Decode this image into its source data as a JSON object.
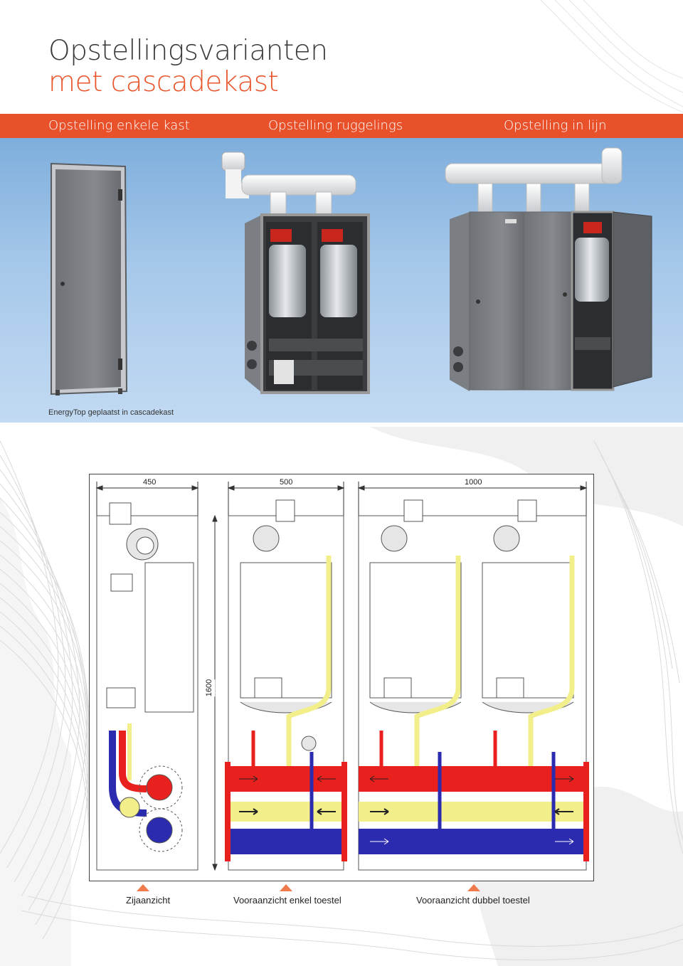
{
  "title": {
    "line1": "Opstellingsvarianten",
    "line2": "met cascadekast"
  },
  "header": {
    "items": [
      "Opstelling enkele kast",
      "Opstelling ruggelings",
      "Opstelling in lijn"
    ]
  },
  "photos": {
    "caption": "EnergyTop geplaatst in cascadekast"
  },
  "diagram": {
    "dims": {
      "side_width": "450",
      "front_single_width": "500",
      "front_double_width": "1000",
      "height": "1600"
    },
    "labels": [
      "Zijaanzicht",
      "Vooraanzicht enkel toestel",
      "Vooraanzicht dubbel toestel"
    ]
  },
  "colors": {
    "accent": "#e9512b",
    "pipe_red": "#e8201e",
    "pipe_yellow": "#f2ee8a",
    "pipe_blue": "#2b2bb0",
    "cabinet_gray": "#7c7f83"
  }
}
